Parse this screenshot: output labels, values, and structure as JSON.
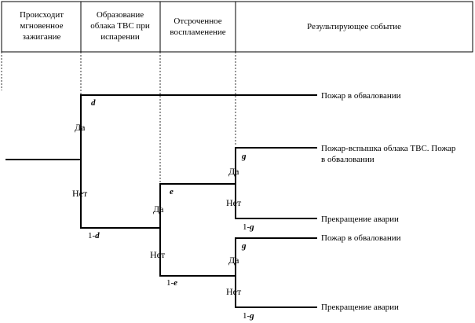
{
  "headers": [
    {
      "lines": [
        "Происходит",
        "мгновенное",
        "зажигание"
      ]
    },
    {
      "lines": [
        "Образование",
        "облака ТВС при",
        "испарении"
      ]
    },
    {
      "lines": [
        "Отсроченное",
        "воспламенение"
      ]
    },
    {
      "lines": [
        "Результирующее событие"
      ]
    }
  ],
  "nodes": {
    "n1_yes": "Да",
    "n1_no": "Нет",
    "n2_yes": "Да",
    "n2_no": "Нет",
    "n3a_yes": "Да",
    "n3a_no": "Нет",
    "n3b_yes": "Да",
    "n3b_no": "Нет"
  },
  "probabilities": {
    "d": "d",
    "one_minus_d": {
      "prefix": "1-",
      "var": "d"
    },
    "e": "e",
    "one_minus_e": {
      "prefix": "1-",
      "var": "e"
    },
    "g1": "g",
    "one_minus_g1": {
      "prefix": "1-",
      "var": "g"
    },
    "g2": "g",
    "one_minus_g2": {
      "prefix": "1-",
      "var": "g"
    }
  },
  "outcomes": [
    {
      "lines": [
        "Пожар в обваловании"
      ]
    },
    {
      "lines": [
        "Пожар-вспышка облака ТВС. Пожар",
        "в обваловании"
      ]
    },
    {
      "lines": [
        "Прекращение аварии"
      ]
    },
    {
      "lines": [
        "Пожар в обваловании"
      ]
    },
    {
      "lines": [
        "Прекращение аварии"
      ]
    }
  ]
}
